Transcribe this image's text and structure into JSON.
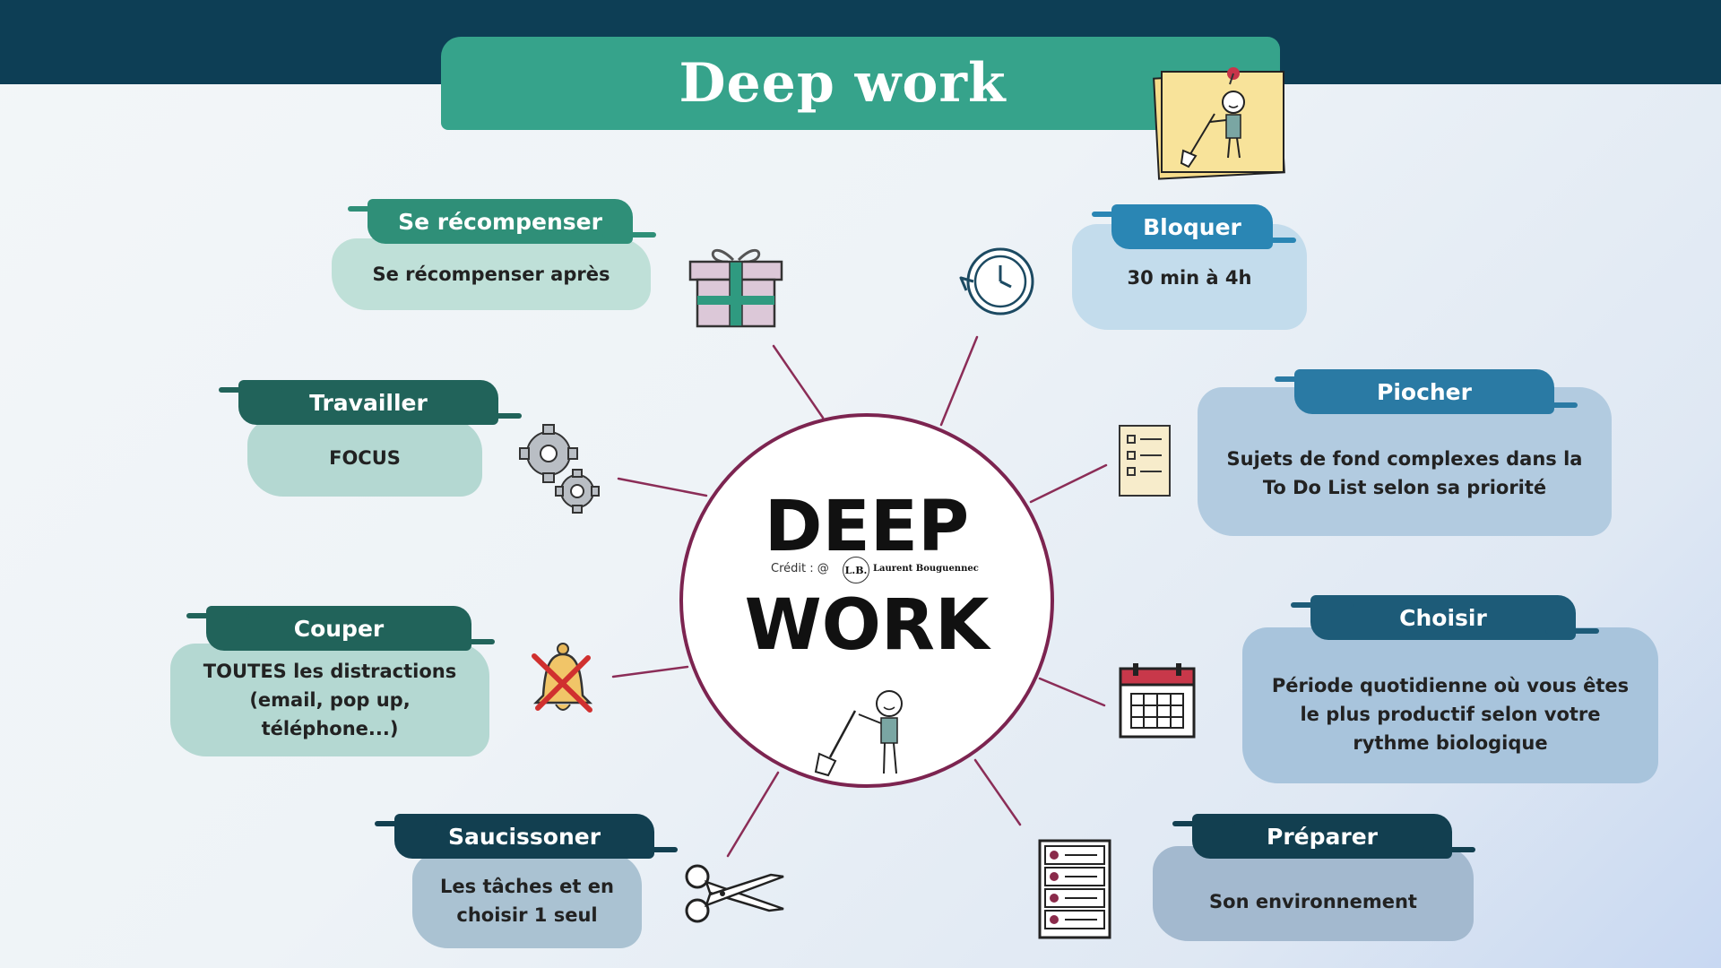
{
  "title": "Deep work",
  "center": {
    "line1": "DEEP",
    "line2": "WORK",
    "credit_prefix": "Crédit : @",
    "logo_initials": "L.B.",
    "logo_name": "Laurent Bouguennec"
  },
  "steps": [
    {
      "id": "recompenser",
      "title": "Se récompenser",
      "text": "Se récompenser après",
      "icon": "gift-icon"
    },
    {
      "id": "travailler",
      "title": "Travailler",
      "text": "FOCUS",
      "icon": "gears-icon"
    },
    {
      "id": "couper",
      "title": "Couper",
      "text": "TOUTES les distractions (email, pop up, téléphone...)",
      "icon": "muted-bell-icon"
    },
    {
      "id": "saucissoner",
      "title": "Saucissoner",
      "text": "Les tâches et en choisir 1 seul",
      "icon": "scissors-icon"
    },
    {
      "id": "bloquer",
      "title": "Bloquer",
      "text": "30 min à 4h",
      "icon": "clock-icon"
    },
    {
      "id": "piocher",
      "title": "Piocher",
      "text": "Sujets de fond complexes dans la To Do List selon sa priorité",
      "icon": "checklist-icon"
    },
    {
      "id": "choisir",
      "title": "Choisir",
      "text": "Période quotidienne où vous êtes le plus productif selon votre rythme biologique",
      "icon": "calendar-icon"
    },
    {
      "id": "preparer",
      "title": "Préparer",
      "text": "Son environnement",
      "icon": "server-rack-icon"
    }
  ],
  "colors": {
    "topband": "#0d3e55",
    "titlebar": "#36a38b",
    "circle_border": "#7c2450",
    "connector": "#8b2d57",
    "green_head": "#2f8f78",
    "green_body": "#bfe0d8",
    "teal_head": "#21635a",
    "teal_body": "#b4d8d2",
    "blue_head": "#2a86b4",
    "blue_body": "#c3dcec",
    "navy_head": "#1d5b78",
    "navy_body": "#b2cbe0",
    "dark_head": "#123f50",
    "dark_body": "#aac2d2"
  }
}
